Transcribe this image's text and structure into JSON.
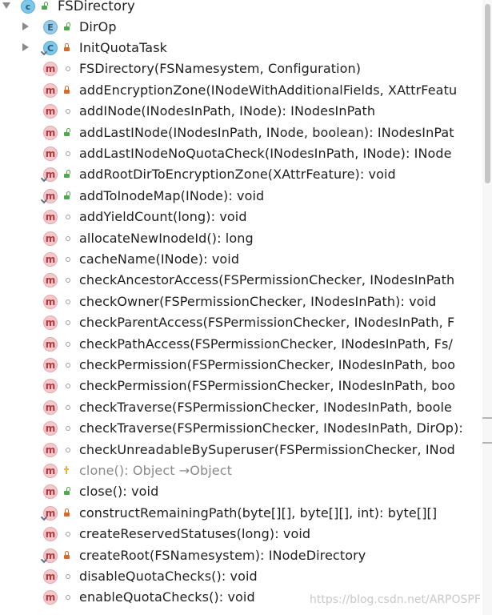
{
  "tree": {
    "root": {
      "label": "FSDirectory",
      "kind": "C",
      "visibility": "public"
    },
    "items": [
      {
        "label": "DirOp",
        "kind": "E",
        "visibility": "public",
        "expandable": true
      },
      {
        "label": "InitQuotaTask",
        "kind": "C",
        "visibility": "private",
        "expandable": true,
        "pinned": true
      },
      {
        "label": "FSDirectory(FSNamesystem, Configuration)",
        "kind": "m",
        "visibility": "package"
      },
      {
        "label": "addEncryptionZone(INodeWithAdditionalFields, XAttrFeatu",
        "kind": "m",
        "visibility": "private"
      },
      {
        "label": "addINode(INodesInPath, INode): INodesInPath",
        "kind": "m",
        "visibility": "package"
      },
      {
        "label": "addLastINode(INodesInPath, INode, boolean): INodesInPat",
        "kind": "m",
        "visibility": "public"
      },
      {
        "label": "addLastINodeNoQuotaCheck(INodesInPath, INode): INode",
        "kind": "m",
        "visibility": "package"
      },
      {
        "label": "addRootDirToEncryptionZone(XAttrFeature): void",
        "kind": "m",
        "visibility": "public",
        "pinned": true
      },
      {
        "label": "addToInodeMap(INode): void",
        "kind": "m",
        "visibility": "public",
        "pinned": true
      },
      {
        "label": "addYieldCount(long): void",
        "kind": "m",
        "visibility": "package"
      },
      {
        "label": "allocateNewInodeId(): long",
        "kind": "m",
        "visibility": "package"
      },
      {
        "label": "cacheName(INode): void",
        "kind": "m",
        "visibility": "package"
      },
      {
        "label": "checkAncestorAccess(FSPermissionChecker, INodesInPath",
        "kind": "m",
        "visibility": "package"
      },
      {
        "label": "checkOwner(FSPermissionChecker, INodesInPath): void",
        "kind": "m",
        "visibility": "package"
      },
      {
        "label": "checkParentAccess(FSPermissionChecker, INodesInPath, F",
        "kind": "m",
        "visibility": "package"
      },
      {
        "label": "checkPathAccess(FSPermissionChecker, INodesInPath, Fs/",
        "kind": "m",
        "visibility": "package"
      },
      {
        "label": "checkPermission(FSPermissionChecker, INodesInPath, boo",
        "kind": "m",
        "visibility": "package"
      },
      {
        "label": "checkPermission(FSPermissionChecker, INodesInPath, boo",
        "kind": "m",
        "visibility": "package"
      },
      {
        "label": "checkTraverse(FSPermissionChecker, INodesInPath, boole",
        "kind": "m",
        "visibility": "package"
      },
      {
        "label": "checkTraverse(FSPermissionChecker, INodesInPath, DirOp):",
        "kind": "m",
        "visibility": "package"
      },
      {
        "label": "checkUnreadableBySuperuser(FSPermissionChecker, INod",
        "kind": "m",
        "visibility": "package"
      },
      {
        "label": "clone(): Object →Object",
        "kind": "m",
        "visibility": "protected",
        "inherited": true
      },
      {
        "label": "close(): void",
        "kind": "m",
        "visibility": "public"
      },
      {
        "label": "constructRemainingPath(byte[][], byte[][], int): byte[][]",
        "kind": "m",
        "visibility": "private",
        "pinned": true
      },
      {
        "label": "createReservedStatuses(long): void",
        "kind": "m",
        "visibility": "package"
      },
      {
        "label": "createRoot(FSNamesystem): INodeDirectory",
        "kind": "m",
        "visibility": "private",
        "pinned": true
      },
      {
        "label": "disableQuotaChecks(): void",
        "kind": "m",
        "visibility": "package"
      },
      {
        "label": "enableQuotaChecks(): void",
        "kind": "m",
        "visibility": "package"
      }
    ]
  },
  "watermark": "https://blog.csdn.net/ARPOSPF",
  "colors": {
    "class_badge": "#7dc7e8",
    "method_badge": "#f3c9cb",
    "public": "#4ea84e",
    "private": "#d96b2a",
    "protected": "#e3b44a"
  }
}
